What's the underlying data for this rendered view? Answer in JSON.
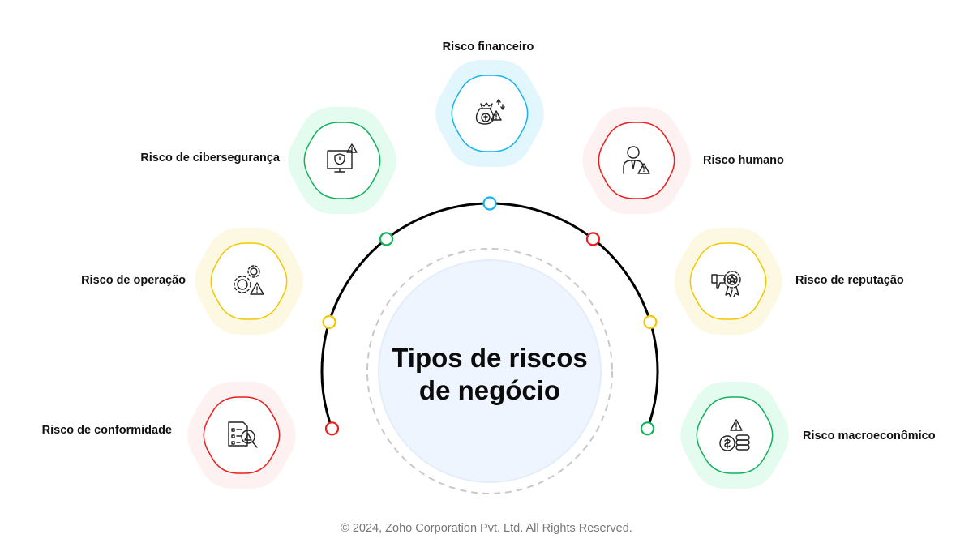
{
  "title": "Tipos de riscos de negócio",
  "title_lines": [
    "Tipos de riscos",
    "de negócio"
  ],
  "risks": [
    {
      "label": "Risco financeiro",
      "icon": "money-bag-warning-icon",
      "color": "#14b4f0",
      "bg": "#e2f6fd"
    },
    {
      "label": "Risco de cibersegurança",
      "icon": "monitor-shield-warning-icon",
      "color": "#10b35a",
      "bg": "#e4fbef"
    },
    {
      "label": "Risco humano",
      "icon": "person-warning-icon",
      "color": "#ee1c1c",
      "bg": "#fdf1f1"
    },
    {
      "label": "Risco de operação",
      "icon": "gears-warning-icon",
      "color": "#f2c800",
      "bg": "#fdf8e2"
    },
    {
      "label": "Risco de reputação",
      "icon": "thumbs-down-badge-icon",
      "color": "#f2c800",
      "bg": "#fdf8e2"
    },
    {
      "label": "Risco de conformidade",
      "icon": "checklist-search-warning-icon",
      "color": "#ee1c1c",
      "bg": "#fdf1f1"
    },
    {
      "label": "Risco macroeconômico",
      "icon": "coins-warning-icon",
      "color": "#10b35a",
      "bg": "#e4fbef"
    }
  ],
  "footer": "© 2024, Zoho Corporation Pvt. Ltd. All Rights Reserved."
}
